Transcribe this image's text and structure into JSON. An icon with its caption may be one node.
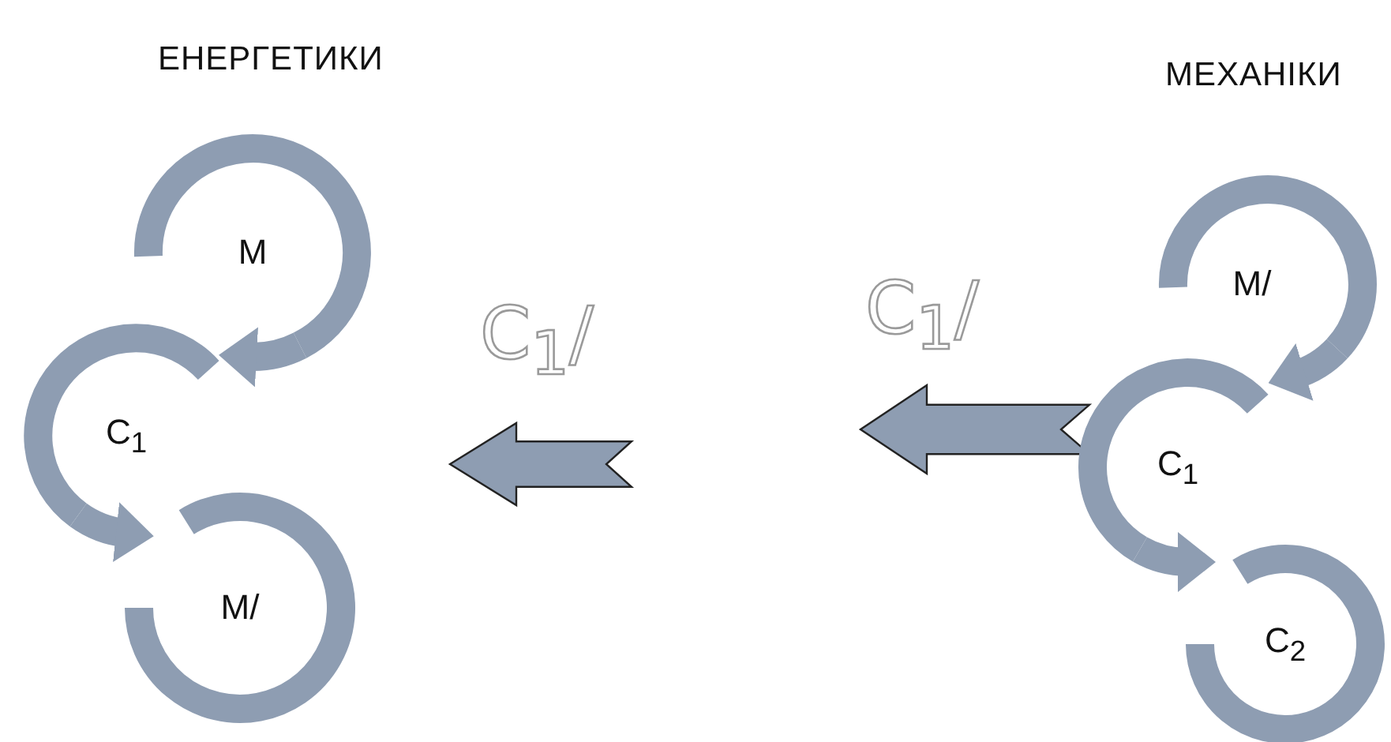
{
  "diagram": {
    "nodes": [
      {
        "text": [
          "M"
        ]
      },
      {
        "text": [
          "C$_{1}$"
        ]
      },
      {
        "text": [
          "M/"
        ]
      },
      {
        "text": [
          "M/"
        ]
      },
      {
        "text": [
          "C$_{1}$"
        ]
      },
      {
        "text": [
          "C$_{2}$"
        ]
      }
    ],
    "edges": [
      {
        "from": 0,
        "to": 1,
        "arrow": "to"
      },
      {
        "from": 1,
        "to": 2,
        "arrow": "to"
      },
      {
        "from": 3,
        "to": 4,
        "arrow": "to"
      },
      {
        "from": 4,
        "to": 5,
        "arrow": "to"
      }
    ],
    "labels": [
      "ЕНЕРГЕТИКИ",
      "МЕХАНІКИ",
      "C$_{1}$/",
      "C$_{1}$/"
    ]
  }
}
